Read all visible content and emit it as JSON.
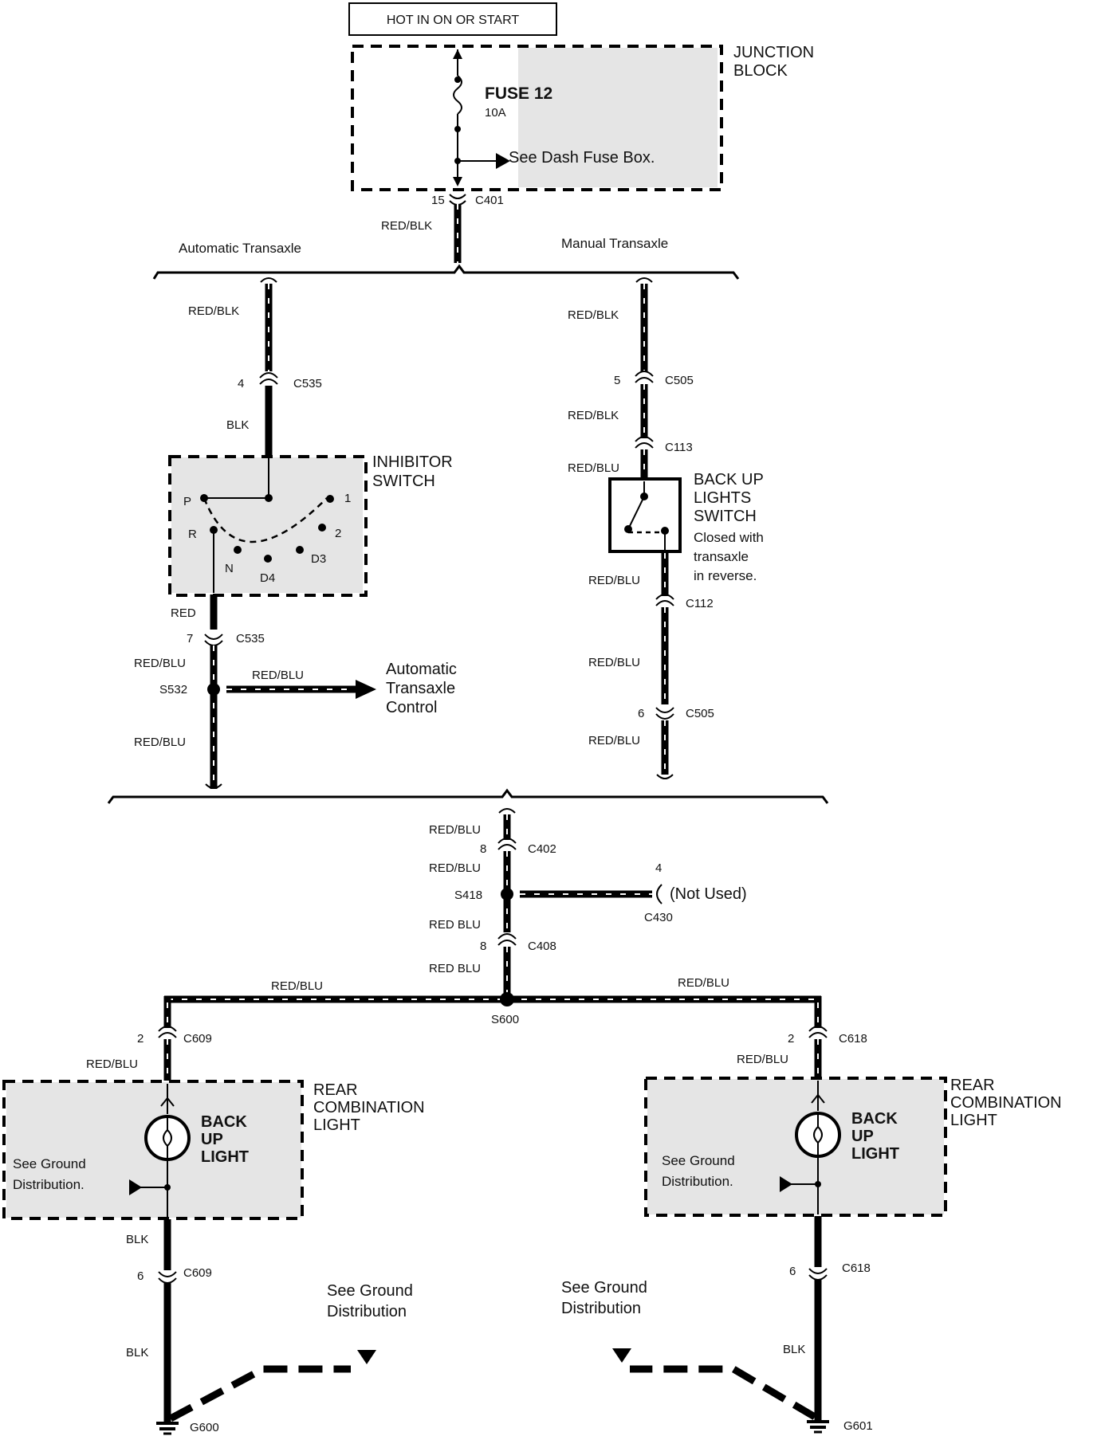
{
  "header": {
    "power_label": "HOT IN ON OR START"
  },
  "junction_block": {
    "title_line1": "JUNCTION",
    "title_line2": "BLOCK",
    "fuse_name": "FUSE 12",
    "fuse_rating": "10A",
    "see_note": "See Dash Fuse Box."
  },
  "connectors": {
    "c401": {
      "pin": "15",
      "name": "C401",
      "wire": "RED/BLK"
    },
    "auto_c535_top": {
      "pin": "4",
      "name": "C535"
    },
    "auto_c535_bottom": {
      "pin": "7",
      "name": "C535"
    },
    "man_c505_top": {
      "pin": "5",
      "name": "C505"
    },
    "man_c113": {
      "name": "C113"
    },
    "man_c112": {
      "name": "C112"
    },
    "man_c505_bottom": {
      "pin": "6",
      "name": "C505"
    },
    "c402": {
      "pin": "8",
      "name": "C402"
    },
    "c430": {
      "pin": "4",
      "name": "C430",
      "note": "(Not Used)"
    },
    "c408": {
      "pin": "8",
      "name": "C408"
    },
    "c609_top": {
      "pin": "2",
      "name": "C609"
    },
    "c618_top": {
      "pin": "2",
      "name": "C618"
    },
    "c609_bottom": {
      "pin": "6",
      "name": "C609"
    },
    "c618_bottom": {
      "pin": "6",
      "name": "C618"
    }
  },
  "branches": {
    "automatic": "Automatic Transaxle",
    "manual": "Manual Transaxle"
  },
  "wires": {
    "red_blk": "RED/BLK",
    "blk": "BLK",
    "red": "RED",
    "red_blu": "RED/BLU",
    "red_blu_alt": "RED BLU"
  },
  "inhibitor_switch": {
    "title_line1": "INHIBITOR",
    "title_line2": "SWITCH",
    "positions": [
      "P",
      "R",
      "N",
      "D4",
      "D3",
      "2",
      "1"
    ]
  },
  "backup_switch": {
    "title_line1": "BACK UP",
    "title_line2": "LIGHTS",
    "title_line3": "SWITCH",
    "note_line1": "Closed with",
    "note_line2": "transaxle",
    "note_line3": "in reverse."
  },
  "splices": {
    "s532": "S532",
    "s418": "S418",
    "s600": "S600"
  },
  "atc_note": {
    "line1": "Automatic",
    "line2": "Transaxle",
    "line3": "Control"
  },
  "rear_light_left": {
    "title_line1": "REAR",
    "title_line2": "COMBINATION",
    "title_line3": "LIGHT",
    "bulb_line1": "BACK",
    "bulb_line2": "UP",
    "bulb_line3": "LIGHT",
    "ground_line1": "See Ground",
    "ground_line2": "Distribution."
  },
  "rear_light_right": {
    "title_line1": "REAR",
    "title_line2": "COMBINATION",
    "title_line3": "LIGHT",
    "bulb_line1": "BACK",
    "bulb_line2": "UP",
    "bulb_line3": "LIGHT",
    "ground_line1": "See Ground",
    "ground_line2": "Distribution."
  },
  "ground_notes": {
    "left_line1": "See Ground",
    "left_line2": "Distribution",
    "right_line1": "See Ground",
    "right_line2": "Distribution"
  },
  "grounds": {
    "left": "G600",
    "right": "G601"
  }
}
